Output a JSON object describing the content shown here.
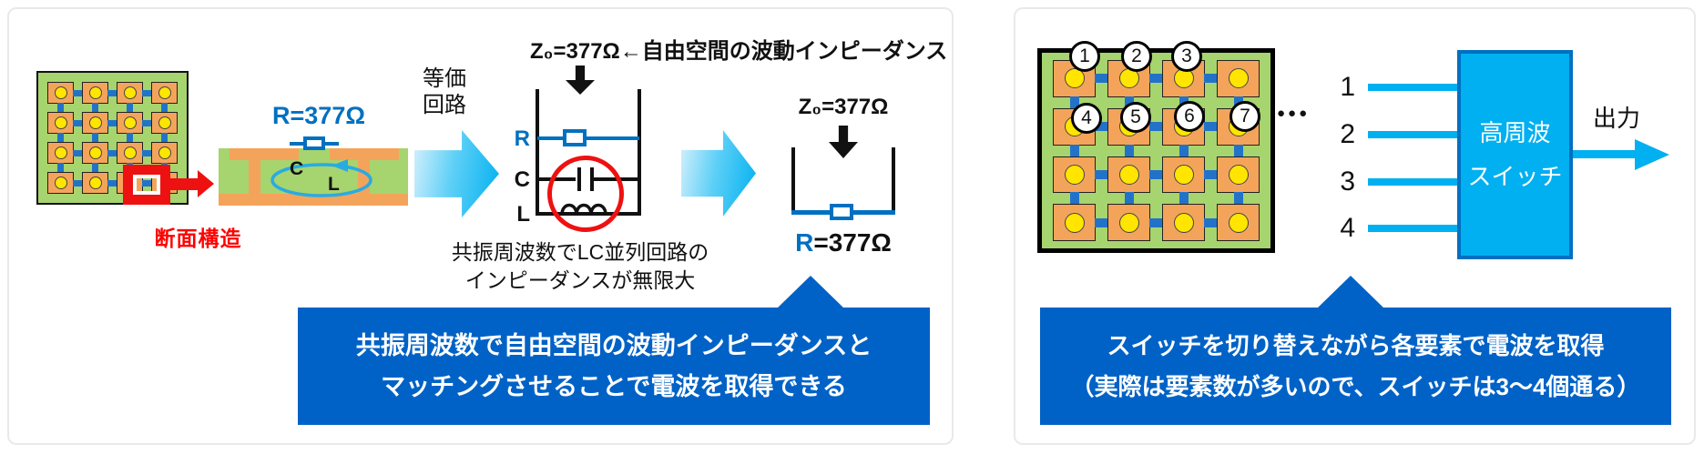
{
  "left_panel": {
    "section_label": "断面構造",
    "cross_section": {
      "impedance_label": "R=377Ω",
      "capacitance_label": "C",
      "inductance_label": "L"
    },
    "equivalent_circuit_label": {
      "line1": "等価",
      "line2": "回路"
    },
    "free_space_note": "Z₀=377Ω←自由空間の波動インピーダンス",
    "ladder_circuit": {
      "r": "R",
      "c": "C",
      "l": "L"
    },
    "resonance_note": {
      "line1": "共振周波数でLC並列回路の",
      "line2": "インピーダンスが無限大"
    },
    "matched_circuit": {
      "z_label": "Z₀=377Ω",
      "r_label_prefix": "R",
      "r_label_suffix": "=377Ω"
    },
    "banner": {
      "line1": "共振周波数で自由空間の波動インピーダンスと",
      "line2": "マッチングさせることで電波を取得できる"
    }
  },
  "right_panel": {
    "element_numbers": [
      "1",
      "2",
      "3",
      "4",
      "5",
      "6",
      "7"
    ],
    "ellipsis": "●●●",
    "port_labels": [
      "1",
      "2",
      "3",
      "4"
    ],
    "switch_box": {
      "line1": "高周波",
      "line2": "スイッチ"
    },
    "output_label": "出力",
    "banner": {
      "line1": "スイッチを切り替えながら各要素で電波を取得",
      "line2": "（実際は要素数が多いので、スイッチは3～4個通る）"
    }
  },
  "colors": {
    "banner_blue": "#0062C6",
    "cyan": "#00B0F0",
    "circuit_blue": "#0070C0",
    "board_green": "#A6D46E",
    "patch_orange": "#F4A45A",
    "feed_yellow": "#FFE500",
    "connector_blue": "#2273C8",
    "highlight_red": "#EE1111"
  }
}
